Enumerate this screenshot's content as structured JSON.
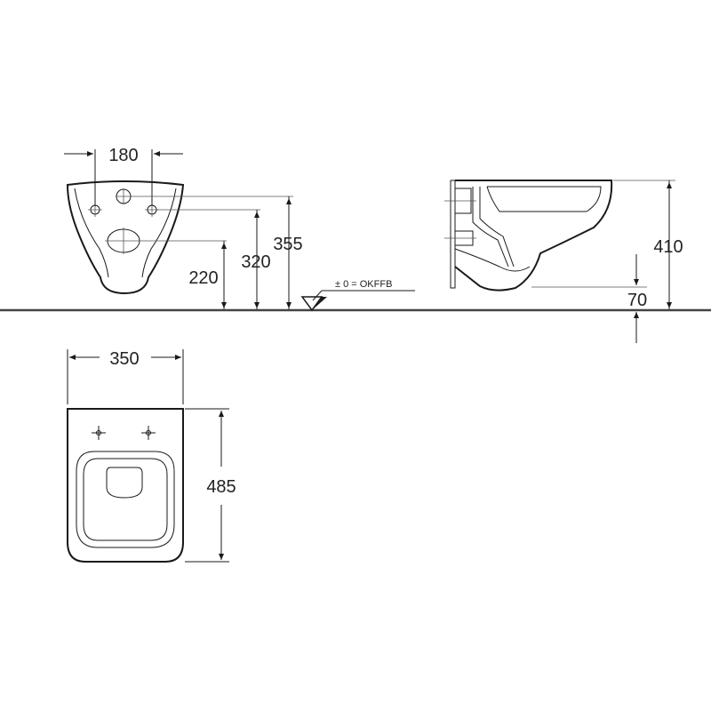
{
  "dimensions": {
    "front_fixing_spacing": "180",
    "front_fixing_height": "220",
    "front_outlet_height": "320",
    "front_top_height": "355",
    "side_total_height": "410",
    "side_floor_clearance": "70",
    "plan_width": "350",
    "plan_depth": "485"
  },
  "floor_reference": "± 0 = OKFFB",
  "colors": {
    "line": "#1a1a1a",
    "floor": "#444444",
    "background": "#ffffff"
  }
}
